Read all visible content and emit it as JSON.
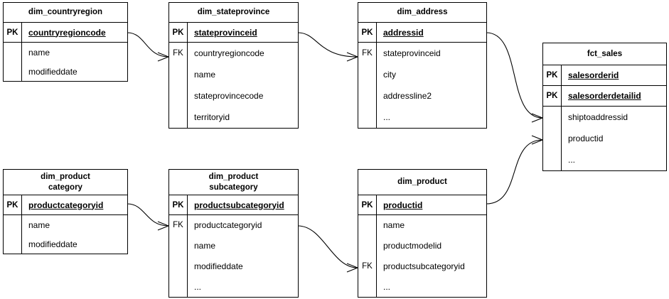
{
  "diagram": {
    "type": "entity-relationship-diagram",
    "notation": "crow's foot",
    "line_color": "#000000",
    "background": "#ffffff"
  },
  "key_labels": {
    "pk": "PK",
    "fk": "FK"
  },
  "entities": [
    {
      "id": "dim_countryregion",
      "title": "dim_countryregion",
      "keys": [
        {
          "label": "PK",
          "name": "countryregioncode"
        }
      ],
      "attributes": [
        {
          "key": "",
          "name": "name"
        },
        {
          "key": "",
          "name": "modifieddate"
        }
      ]
    },
    {
      "id": "dim_stateprovince",
      "title": "dim_stateprovince",
      "keys": [
        {
          "label": "PK",
          "name": "stateprovinceid"
        }
      ],
      "attributes": [
        {
          "key": "FK",
          "name": "countryregioncode"
        },
        {
          "key": "",
          "name": "name"
        },
        {
          "key": "",
          "name": "stateprovincecode"
        },
        {
          "key": "",
          "name": "territoryid"
        }
      ]
    },
    {
      "id": "dim_address",
      "title": "dim_address",
      "keys": [
        {
          "label": "PK",
          "name": "addressid"
        }
      ],
      "attributes": [
        {
          "key": "FK",
          "name": "stateprovinceid"
        },
        {
          "key": "",
          "name": "city"
        },
        {
          "key": "",
          "name": "addressline2"
        },
        {
          "key": "",
          "name": "..."
        }
      ]
    },
    {
      "id": "fct_sales",
      "title": "fct_sales",
      "keys": [
        {
          "label": "PK",
          "name": "salesorderid"
        },
        {
          "label": "PK",
          "name": "salesorderdetailid"
        }
      ],
      "attributes": [
        {
          "key": "",
          "name": "shiptoaddressid"
        },
        {
          "key": "",
          "name": "productid"
        },
        {
          "key": "",
          "name": "..."
        }
      ]
    },
    {
      "id": "dim_productcategory",
      "title": "dim_product\ncategory",
      "keys": [
        {
          "label": "PK",
          "name": "productcategoryid"
        }
      ],
      "attributes": [
        {
          "key": "",
          "name": "name"
        },
        {
          "key": "",
          "name": "modifieddate"
        }
      ]
    },
    {
      "id": "dim_productsubcategory",
      "title": "dim_product\nsubcategory",
      "keys": [
        {
          "label": "PK",
          "name": "productsubcategoryid"
        }
      ],
      "attributes": [
        {
          "key": "FK",
          "name": "productcategoryid"
        },
        {
          "key": "",
          "name": "name"
        },
        {
          "key": "",
          "name": "modifieddate"
        },
        {
          "key": "",
          "name": "..."
        }
      ]
    },
    {
      "id": "dim_product",
      "title": "dim_product",
      "keys": [
        {
          "label": "PK",
          "name": "productid"
        }
      ],
      "attributes": [
        {
          "key": "",
          "name": "name"
        },
        {
          "key": "",
          "name": "productmodelid"
        },
        {
          "key": "FK",
          "name": "productsubcategoryid"
        },
        {
          "key": "",
          "name": "..."
        }
      ]
    }
  ],
  "relationships": [
    {
      "from": "dim_countryregion.countryregioncode",
      "to": "dim_stateprovince.countryregioncode"
    },
    {
      "from": "dim_stateprovince.stateprovinceid",
      "to": "dim_address.stateprovinceid"
    },
    {
      "from": "dim_address.addressid",
      "to": "fct_sales.shiptoaddressid"
    },
    {
      "from": "dim_product.productid",
      "to": "fct_sales.productid"
    },
    {
      "from": "dim_productcategory.productcategoryid",
      "to": "dim_productsubcategory.productcategoryid"
    },
    {
      "from": "dim_productsubcategory.productsubcategoryid",
      "to": "dim_product.productsubcategoryid"
    }
  ]
}
